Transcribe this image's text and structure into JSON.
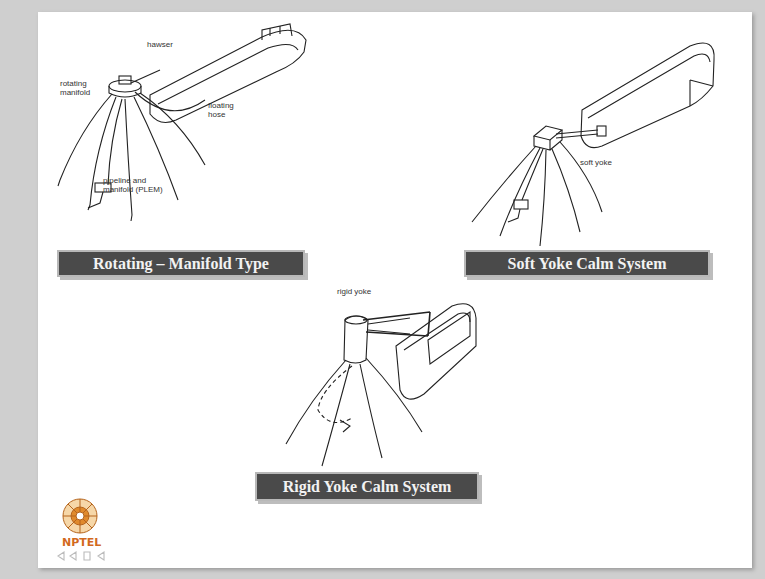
{
  "diagram": {
    "nodes": [
      {
        "text": [
          "Rotating – Manifold Type"
        ]
      },
      {
        "text": [
          "Soft Yoke Calm System"
        ]
      },
      {
        "text": [
          "Rigid Yoke Calm System"
        ]
      }
    ],
    "labels": [
      "hawser",
      "rotating manifold",
      "floating hose",
      "pipeline and manifold (PLEM)",
      "soft yoke",
      "rigid yoke",
      "NPTEL"
    ]
  }
}
